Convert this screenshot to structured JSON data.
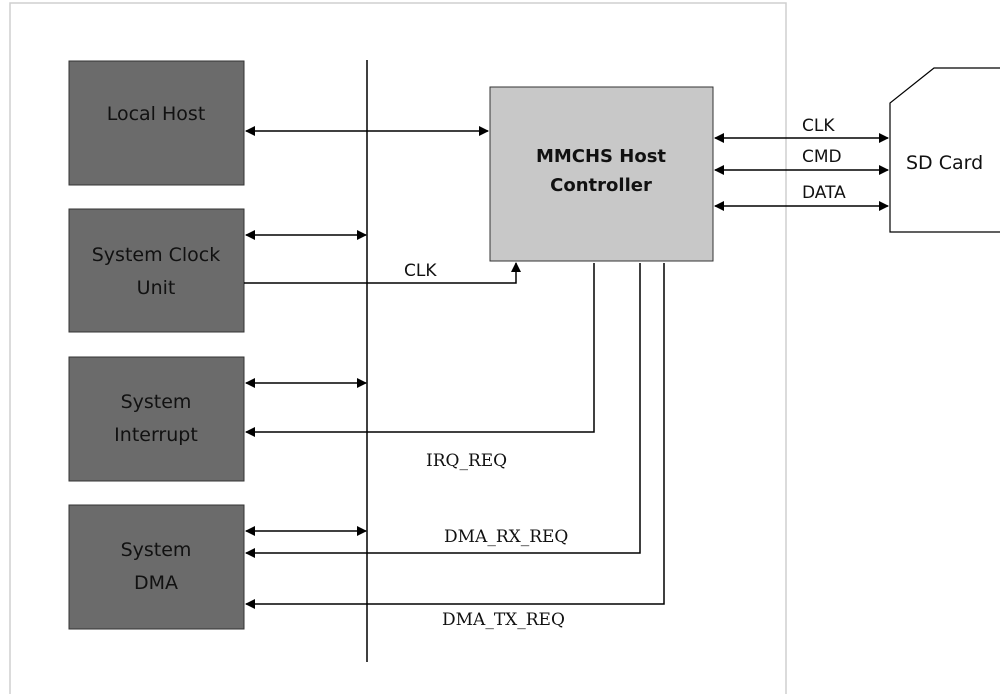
{
  "blocks": {
    "local_host": "Local Host",
    "clock_unit": [
      "System Clock",
      "Unit"
    ],
    "interrupt": [
      "System",
      "Interrupt"
    ],
    "dma": [
      "System",
      "DMA"
    ],
    "host_controller": [
      "MMCHS Host",
      "Controller"
    ],
    "sd_card": "SD Card"
  },
  "signals": {
    "sd_clk": "CLK",
    "sd_cmd": "CMD",
    "sd_data": "DATA",
    "sys_clk": "CLK",
    "irq": "IRQ_REQ",
    "dma_rx": "DMA_RX_REQ",
    "dma_tx": "DMA_TX_REQ"
  },
  "colors": {
    "system_block": "#6b6b6b",
    "host_block": "#c8c8c8",
    "line": "#000000",
    "frame": "#cfcfcf"
  }
}
